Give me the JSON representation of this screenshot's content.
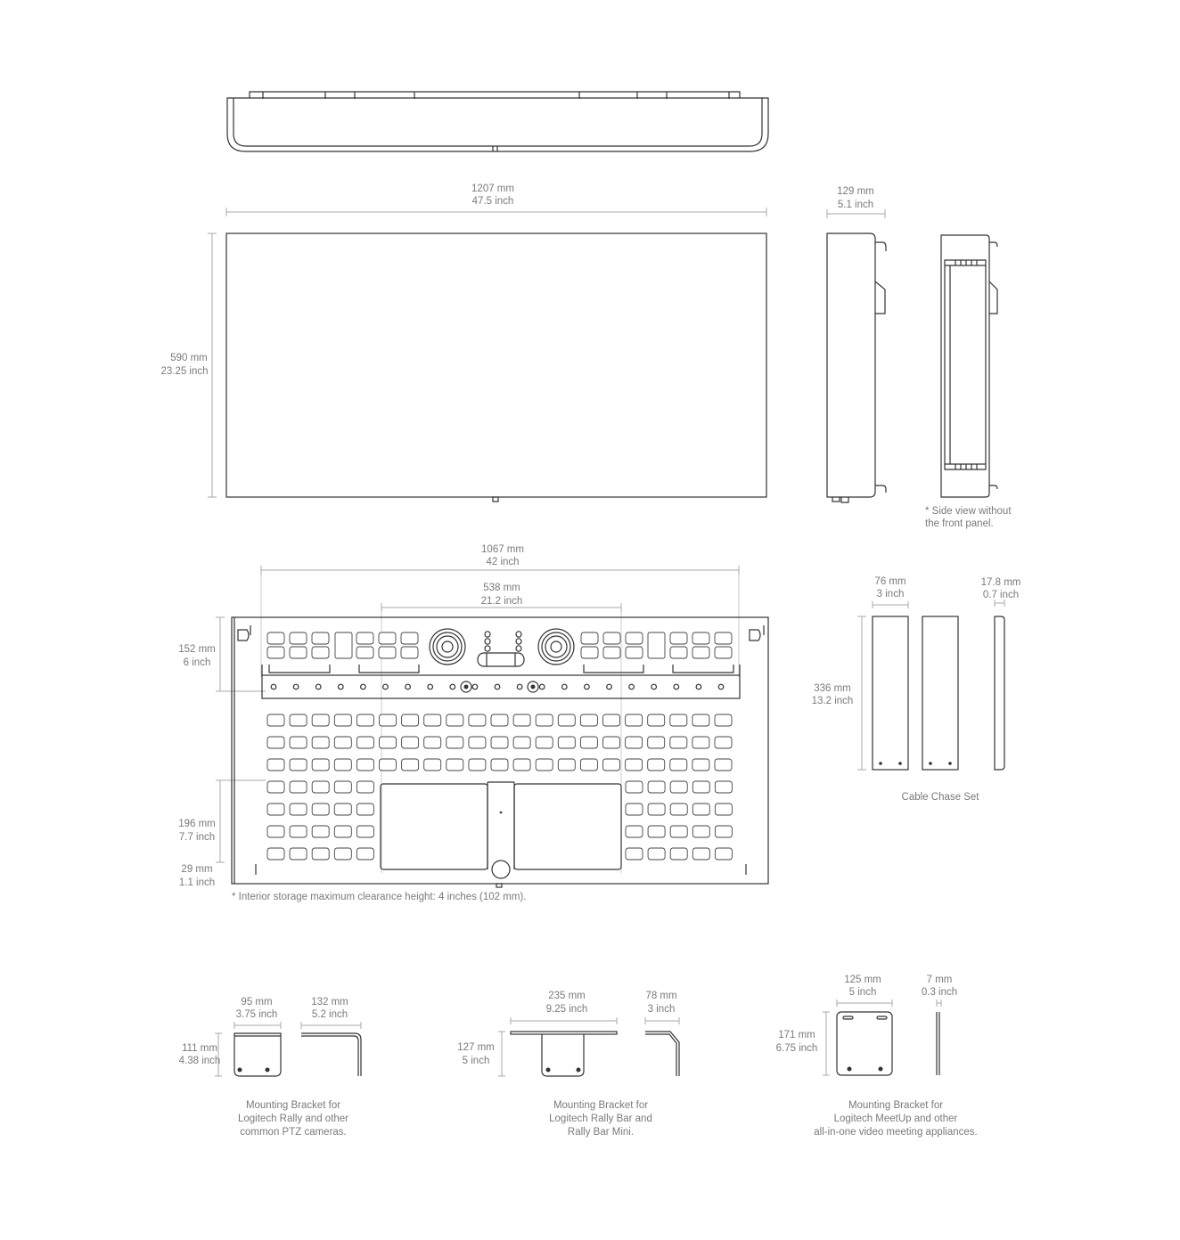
{
  "top_view": {},
  "front_view": {
    "width_mm": "1207 mm",
    "width_in": "47.5 inch",
    "height_mm": "590 mm",
    "height_in": "23.25 inch"
  },
  "side_view": {
    "depth_mm": "129 mm",
    "depth_in": "5.1 inch",
    "note_line1": "* Side view without",
    "note_line2": "the front panel."
  },
  "back_view": {
    "outer_mm": "1067 mm",
    "outer_in": "42 inch",
    "inner_mm": "538 mm",
    "inner_in": "21.2 inch",
    "top_mm": "152 mm",
    "top_in": "6 inch",
    "storage_mm": "196 mm",
    "storage_in": "7.7 inch",
    "bottom_mm": "29 mm",
    "bottom_in": "1.1 inch",
    "note": "* Interior storage maximum clearance height: 4 inches (102 mm)."
  },
  "cable_chase": {
    "width_mm": "76 mm",
    "width_in": "3 inch",
    "thick_mm": "17.8 mm",
    "thick_in": "0.7 inch",
    "height_mm": "336 mm",
    "height_in": "13.2 inch",
    "caption": "Cable Chase Set"
  },
  "brackets": [
    {
      "w_mm": "95 mm",
      "w_in": "3.75 inch",
      "d_mm": "132 mm",
      "d_in": "5.2 inch",
      "h_mm": "111 mm",
      "h_in": "4.38 inch",
      "caption": [
        "Mounting Bracket for",
        "Logitech Rally and other",
        "common PTZ cameras."
      ]
    },
    {
      "w_mm": "235 mm",
      "w_in": "9.25 inch",
      "d_mm": "78 mm",
      "d_in": "3 inch",
      "h_mm": "127 mm",
      "h_in": "5 inch",
      "caption": [
        "Mounting Bracket for",
        "Logitech Rally Bar and",
        "Rally Bar Mini."
      ]
    },
    {
      "w_mm": "125 mm",
      "w_in": "5 inch",
      "d_mm": "7 mm",
      "d_in": "0.3 inch",
      "h_mm": "171 mm",
      "h_in": "6.75 inch",
      "caption": [
        "Mounting Bracket for",
        "Logitech MeetUp and other",
        "all-in-one video meeting appliances."
      ]
    }
  ]
}
